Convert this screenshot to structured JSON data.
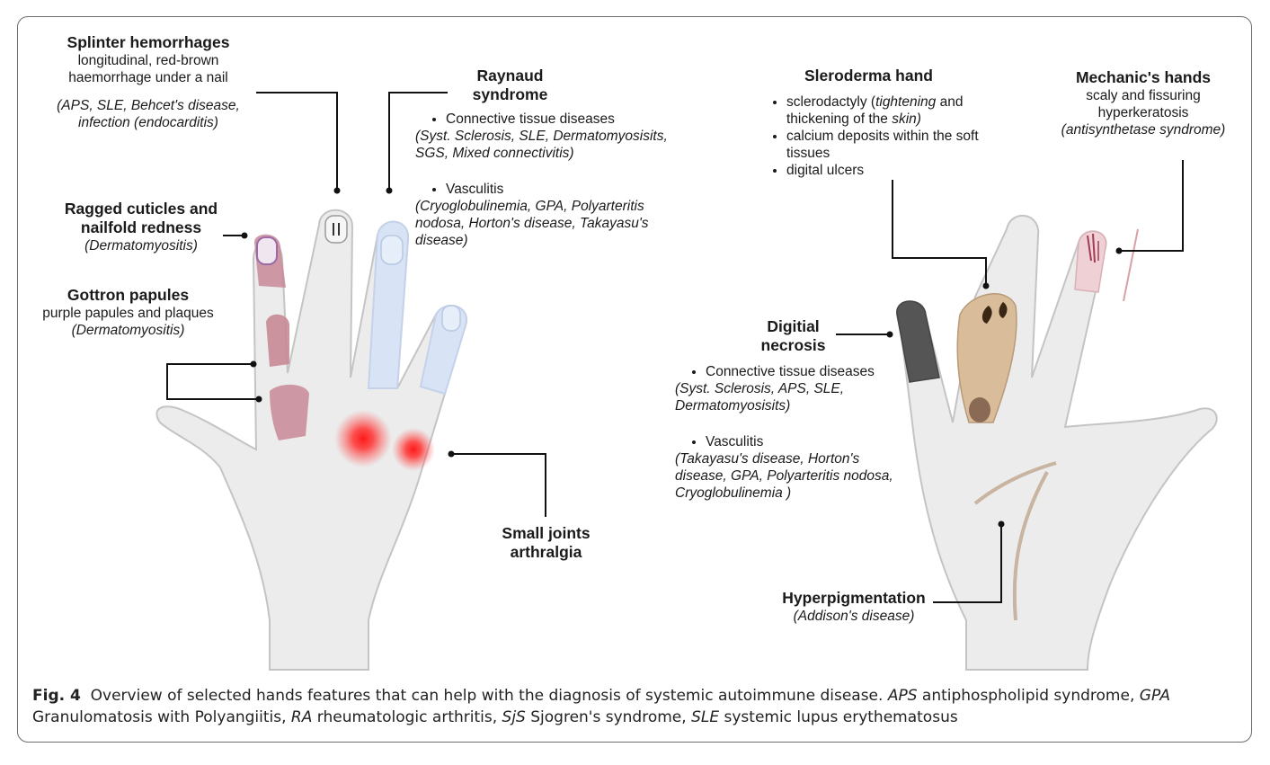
{
  "labels": {
    "splinter": {
      "title": "Splinter hemorrhages",
      "desc1": "longitudinal, red-brown",
      "desc2": "haemorrhage under a nail",
      "cond1": "(APS, SLE, Behcet's disease,",
      "cond2": "infection (endocarditis)"
    },
    "ragged": {
      "title1": "Ragged cuticles and",
      "title2": "nailfold redness",
      "cond": "(Dermatomyositis)"
    },
    "gottron": {
      "title": "Gottron papules",
      "desc": "purple papules and plaques",
      "cond": "(Dermatomyositis)"
    },
    "raynaud": {
      "title1": "Raynaud",
      "title2": "syndrome",
      "b1": "Connective tissue diseases",
      "b1c1": "(Syst. Sclerosis, SLE, Dermatomyosisits,",
      "b1c2": "SGS, Mixed connectivitis)",
      "b2": "Vasculitis",
      "b2c1": "(Cryoglobulinemia, GPA, Polyarteritis",
      "b2c2": "nodosa, Horton's disease, Takayasu's",
      "b2c3": "disease)"
    },
    "joints": {
      "title1": "Small joints",
      "title2": "arthralgia"
    },
    "scleroderma": {
      "title": "Sleroderma hand",
      "b1a": "sclerodactyly (",
      "b1b": "tightening",
      "b1c": " and",
      "b1d": "thickening of the ",
      "b1e": "skin)",
      "b2a": "calcium deposits within the soft",
      "b2b": "tissues",
      "b3": "digital ulcers"
    },
    "mechanic": {
      "title": "Mechanic's hands",
      "desc1": "scaly and fissuring",
      "desc2": "hyperkeratosis",
      "cond": "(antisynthetase syndrome)"
    },
    "necrosis": {
      "title1": "Digitial",
      "title2": "necrosis",
      "b1": "Connective tissue diseases",
      "b1c1": "(Syst. Sclerosis, APS, SLE,",
      "b1c2": "Dermatomyosisits)",
      "b2": "Vasculitis",
      "b2c1": "(Takayasu's disease, Horton's",
      "b2c2": "disease, GPA, Polyarteritis nodosa,",
      "b2c3": "Cryoglobulinemia )"
    },
    "hyper": {
      "title": "Hyperpigmentation",
      "cond": "(Addison's disease)"
    }
  },
  "caption": {
    "fig": "Fig. 4",
    "text1": "Overview of selected hands features that can help with the diagnosis of systemic autoimmune disease. ",
    "a1": "APS",
    "t1": " antiphospholipid syndrome, ",
    "a2": "GPA",
    "t2": "Granulomatosis with Polyangiitis, ",
    "a3": "RA",
    "t3": " rheumatologic arthritis, ",
    "a4": "SjS",
    "t4": " Sjogren's syndrome, ",
    "a5": "SLE",
    "t5": " systemic lupus erythematosus"
  },
  "colors": {
    "skin": "#ececec",
    "outline": "#c8c8c8",
    "raynaud": "#d8e4f6",
    "papule": "#c88a96",
    "necrosis": "#555555",
    "tan": "#d9bc9a",
    "pink": "#efd0d4",
    "joint": "#ff2a2a"
  }
}
